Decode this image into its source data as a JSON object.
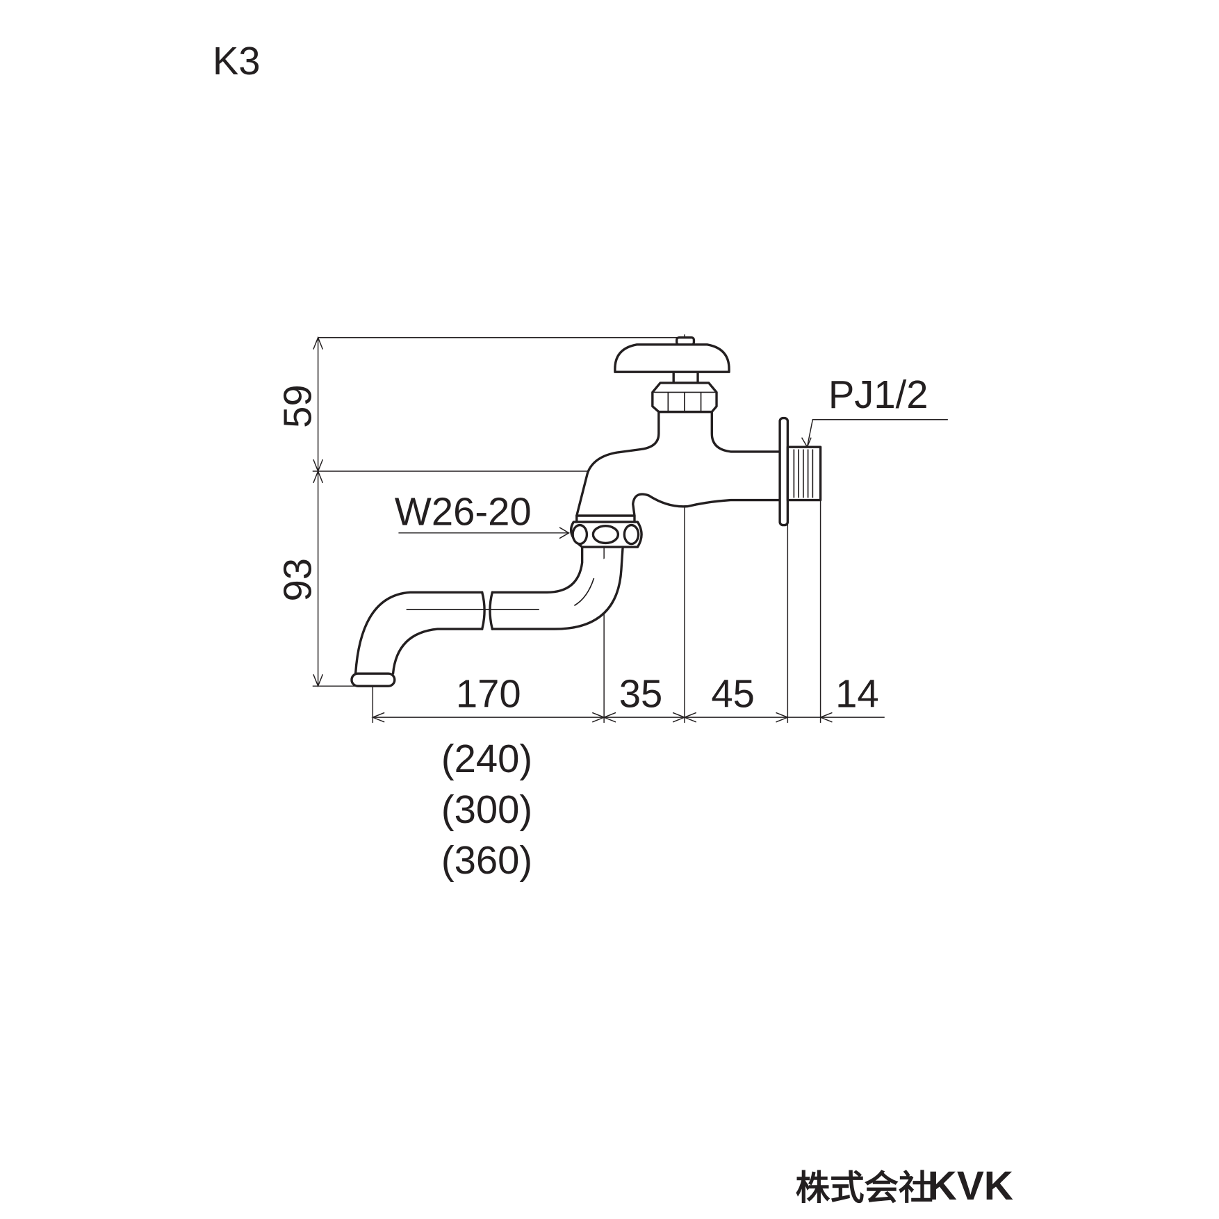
{
  "model": "K3",
  "dimensions": {
    "height_upper": "59",
    "height_lower": "93",
    "spout_length": "170",
    "spout_alternatives": [
      "(240)",
      "(300)",
      "(360)"
    ],
    "coupling_offset": "35",
    "body_length": "45",
    "thread_length": "14"
  },
  "labels": {
    "coupling": "W26-20",
    "thread": "PJ1/2"
  },
  "logo": {
    "company_jp": "株式会社",
    "brand": "KVK"
  }
}
